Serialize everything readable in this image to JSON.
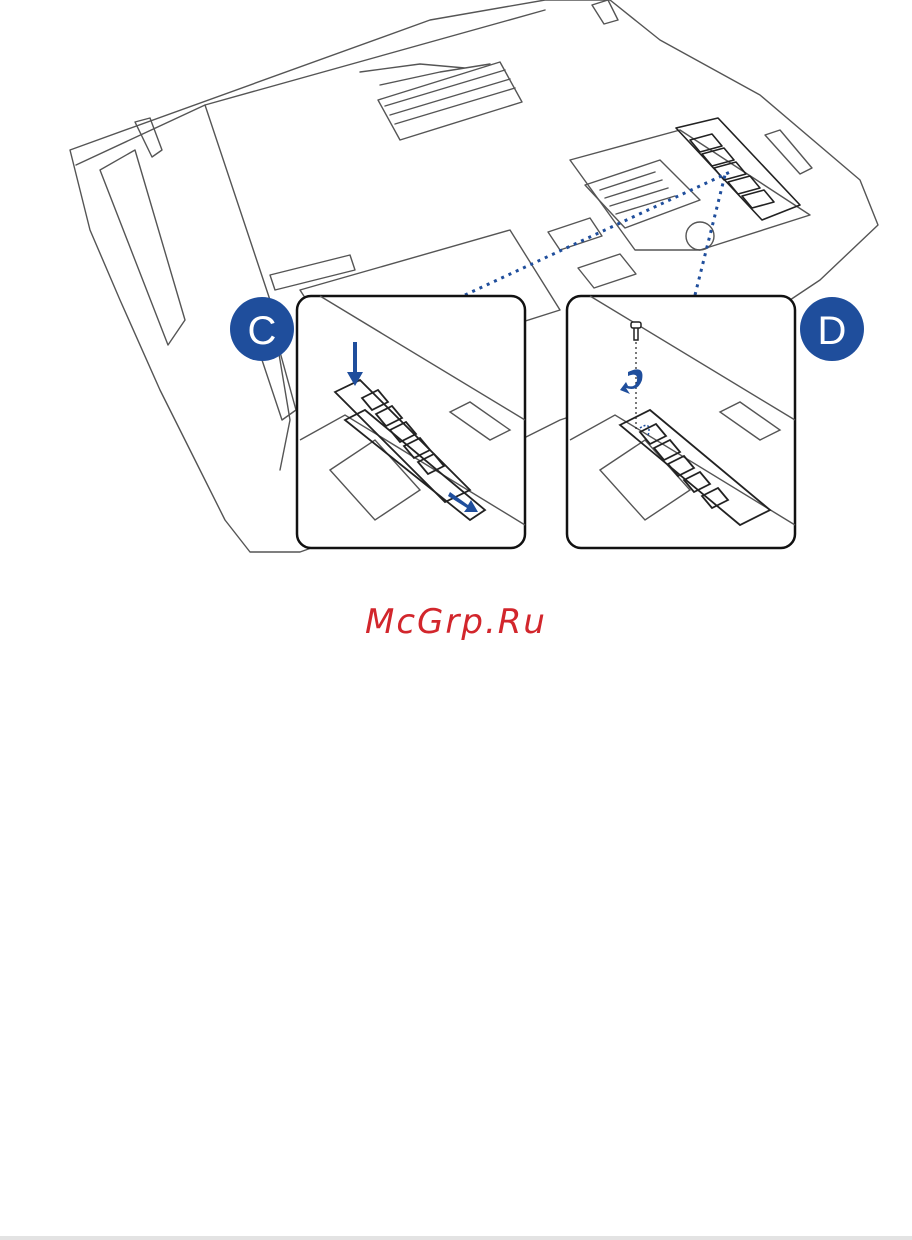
{
  "figure": {
    "steps": [
      {
        "id": "C",
        "label": "C",
        "description_shown": ""
      },
      {
        "id": "D",
        "label": "D",
        "description_shown": ""
      }
    ],
    "colors": {
      "line_art": "#555555",
      "accent": "#1f4e9c",
      "badge": "#1f4e9c",
      "badge_text": "#ffffff"
    },
    "icons": [
      "down-arrow-icon",
      "slide-arrow-icon",
      "screw-icon",
      "rotate-arrow-icon",
      "memory-module-icon"
    ]
  },
  "watermark": {
    "text": "McGrp.Ru",
    "color": "#d2262c"
  }
}
